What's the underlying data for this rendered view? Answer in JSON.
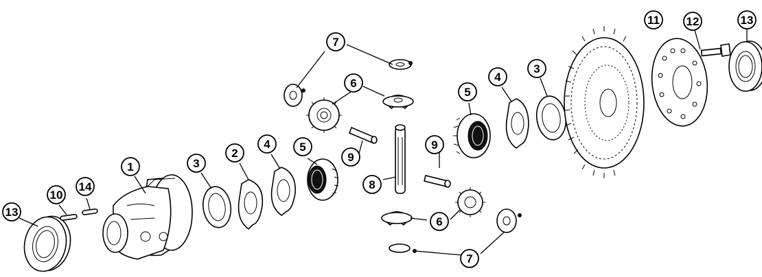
{
  "diagram": {
    "callouts": [
      {
        "id": "c13a",
        "label": "13"
      },
      {
        "id": "c10",
        "label": "10"
      },
      {
        "id": "c14",
        "label": "14"
      },
      {
        "id": "c1",
        "label": "1"
      },
      {
        "id": "c3a",
        "label": "3"
      },
      {
        "id": "c2",
        "label": "2"
      },
      {
        "id": "c4a",
        "label": "4"
      },
      {
        "id": "c5a",
        "label": "5"
      },
      {
        "id": "c7a",
        "label": "7"
      },
      {
        "id": "c6a",
        "label": "6"
      },
      {
        "id": "c9a",
        "label": "9"
      },
      {
        "id": "c8",
        "label": "8"
      },
      {
        "id": "c9b",
        "label": "9"
      },
      {
        "id": "c6b",
        "label": "6"
      },
      {
        "id": "c7b",
        "label": "7"
      },
      {
        "id": "c5b",
        "label": "5"
      },
      {
        "id": "c4b",
        "label": "4"
      },
      {
        "id": "c3b",
        "label": "3"
      },
      {
        "id": "c11",
        "label": "11"
      },
      {
        "id": "c12",
        "label": "12"
      },
      {
        "id": "c13b",
        "label": "13"
      }
    ]
  }
}
